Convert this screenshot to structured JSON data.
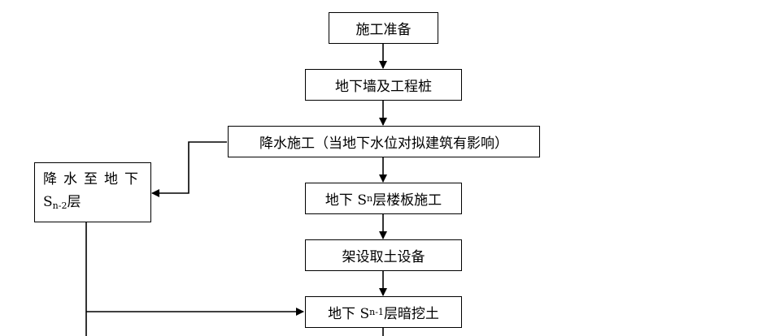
{
  "nodes": {
    "prep": "施工准备",
    "wall_piles": "地下墙及工程桩",
    "dewater": "降水施工（当地下水位对拟建筑有影响）",
    "side_line1": "降水至地下",
    "side_s": "S",
    "side_sub": "n-2",
    "side_suffix": "层",
    "slab_prefix": "地下 S",
    "slab_sub": "n",
    "slab_suffix": "层楼板施工",
    "equip": "架设取土设备",
    "dig_prefix": "地下 S",
    "dig_sub": "n-1",
    "dig_suffix": "层暗挖土"
  }
}
